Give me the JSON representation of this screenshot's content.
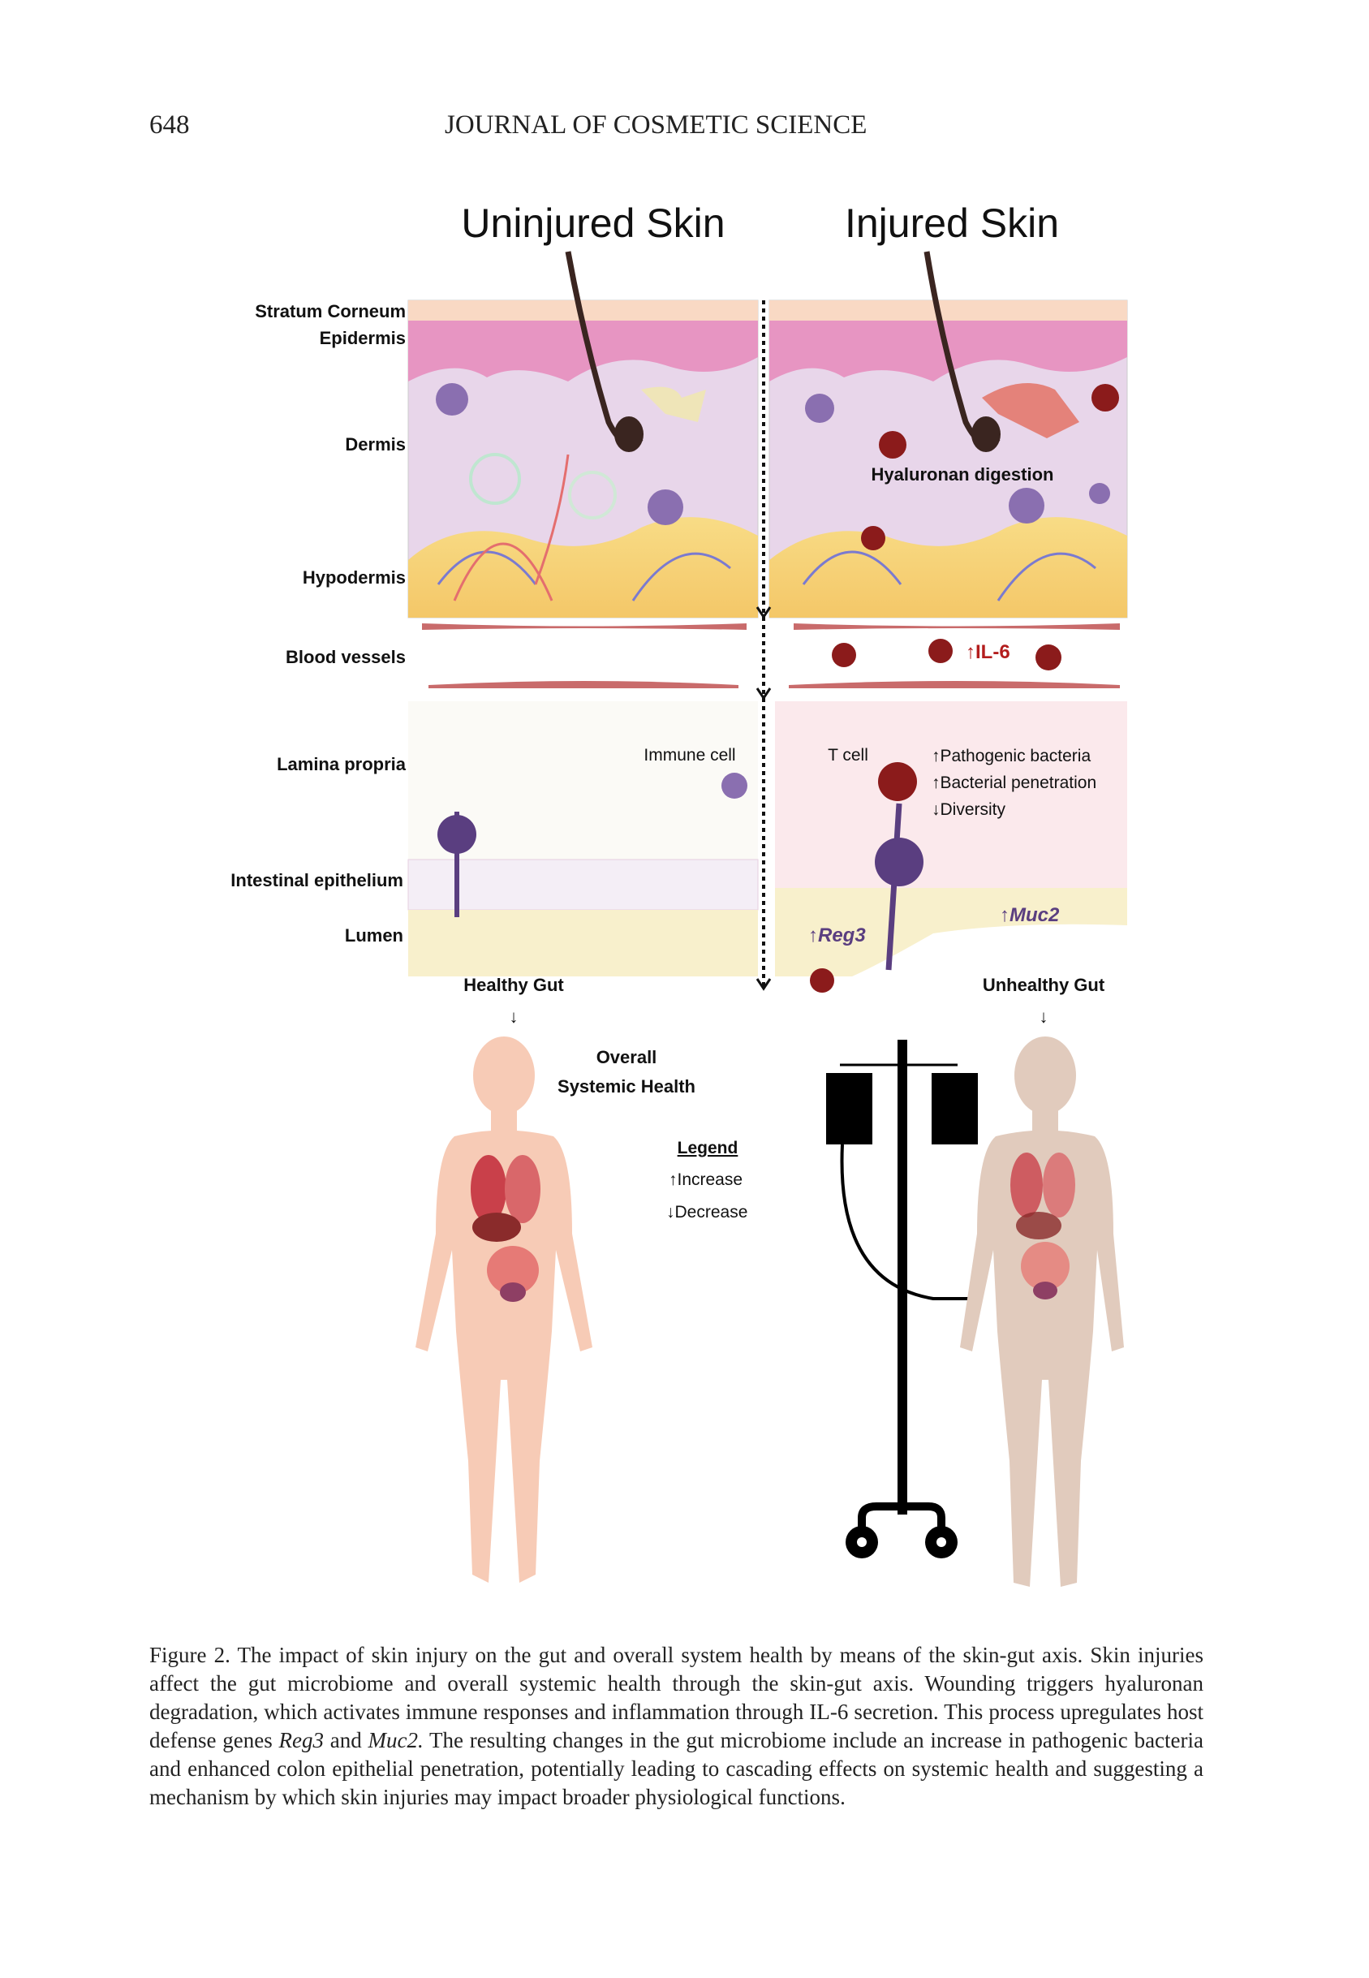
{
  "header": {
    "page_number": "648",
    "journal": "JOURNAL OF COSMETIC SCIENCE"
  },
  "figure": {
    "titles": {
      "left": "Uninjured Skin",
      "right": "Injured Skin"
    },
    "layer_labels": {
      "stratum_corneum": "Stratum Corneum",
      "epidermis": "Epidermis",
      "dermis": "Dermis",
      "hypodermis": "Hypodermis",
      "blood_vessels": "Blood vessels",
      "lamina_propria": "Lamina propria",
      "intestinal_epithelium": "Intestinal epithelium",
      "lumen": "Lumen"
    },
    "annotations": {
      "hyaluronan": "Hyaluronan digestion",
      "il6": "↑IL-6",
      "immune_cell": "Immune cell",
      "t_cell": "T cell",
      "pathogenic": "↑Pathogenic bacteria",
      "penetration": "↑Bacterial penetration",
      "diversity": "↓Diversity",
      "reg3": "↑Reg3",
      "muc2": "↑Muc2"
    },
    "healthy_gut": "Healthy Gut",
    "unhealthy_gut": "Unhealthy Gut",
    "arrow_down": "↓",
    "systemic_line1": "Overall",
    "systemic_line2": "Systemic Health",
    "legend": {
      "title": "Legend",
      "increase": "↑Increase",
      "decrease": "↓Decrease"
    }
  },
  "caption": {
    "label": "Figure 2.",
    "text_1": "The impact of skin injury on the gut and overall system health by means of the skin-gut axis. Skin injuries affect the gut microbiome and overall systemic health through the skin-gut axis. Wounding triggers hyaluronan degradation, which activates immune responses and inflammation through IL-6 secretion. This process upregulates host defense genes ",
    "gene1": "Reg3",
    "text_2": " and ",
    "gene2": "Muc2.",
    "text_3": " The resulting changes in the gut microbiome include an increase in pathogenic bacteria and enhanced colon epithelial penetration, potentially leading to cascading effects on systemic health and suggesting a mechanism by which skin injuries may impact broader physiological functions."
  }
}
